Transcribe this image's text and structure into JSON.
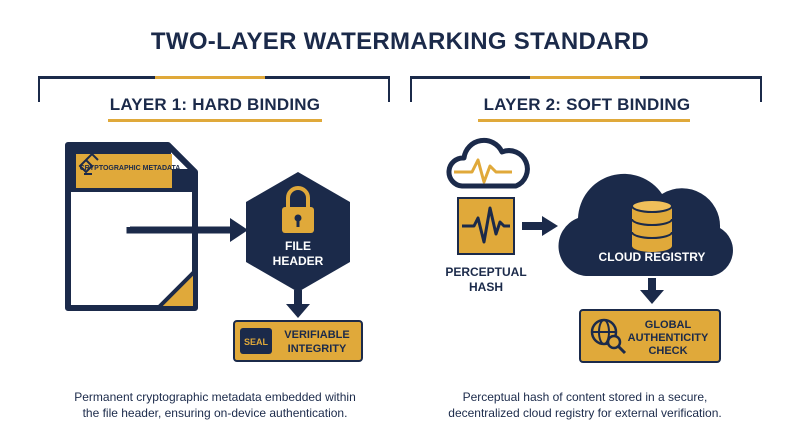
{
  "title": "TWO-LAYER WATERMARKING STANDARD",
  "layer1": {
    "heading": "LAYER 1: HARD BINDING",
    "doc_tag": "CRYPTOGRAPHIC METADATA",
    "hexagon_label_line1": "FILE",
    "hexagon_label_line2": "HEADER",
    "seal_text": "SEAL",
    "result_line1": "VERIFIABLE",
    "result_line2": "INTEGRITY",
    "caption_line1": "Permanent cryptographic metadata embedded within",
    "caption_line2": "the file header, ensuring on-device authentication."
  },
  "layer2": {
    "heading": "LAYER 2: SOFT BINDING",
    "hash_label_line1": "PERCEPTUAL",
    "hash_label_line2": "HASH",
    "cloud_label": "CLOUD REGISTRY",
    "result_line1": "GLOBAL",
    "result_line2": "AUTHENTICITY",
    "result_line3": "CHECK",
    "caption_line1": "Perceptual hash of content stored in a secure,",
    "caption_line2": "decentralized cloud registry for external verification."
  },
  "colors": {
    "navy": "#1b2a4a",
    "gold": "#e0a93a",
    "white": "#ffffff"
  },
  "icons": [
    "document-icon",
    "lock-icon",
    "seal-icon",
    "cloud-waveform-icon",
    "waveform-icon",
    "database-icon",
    "globe-search-icon",
    "arrow-icon"
  ]
}
